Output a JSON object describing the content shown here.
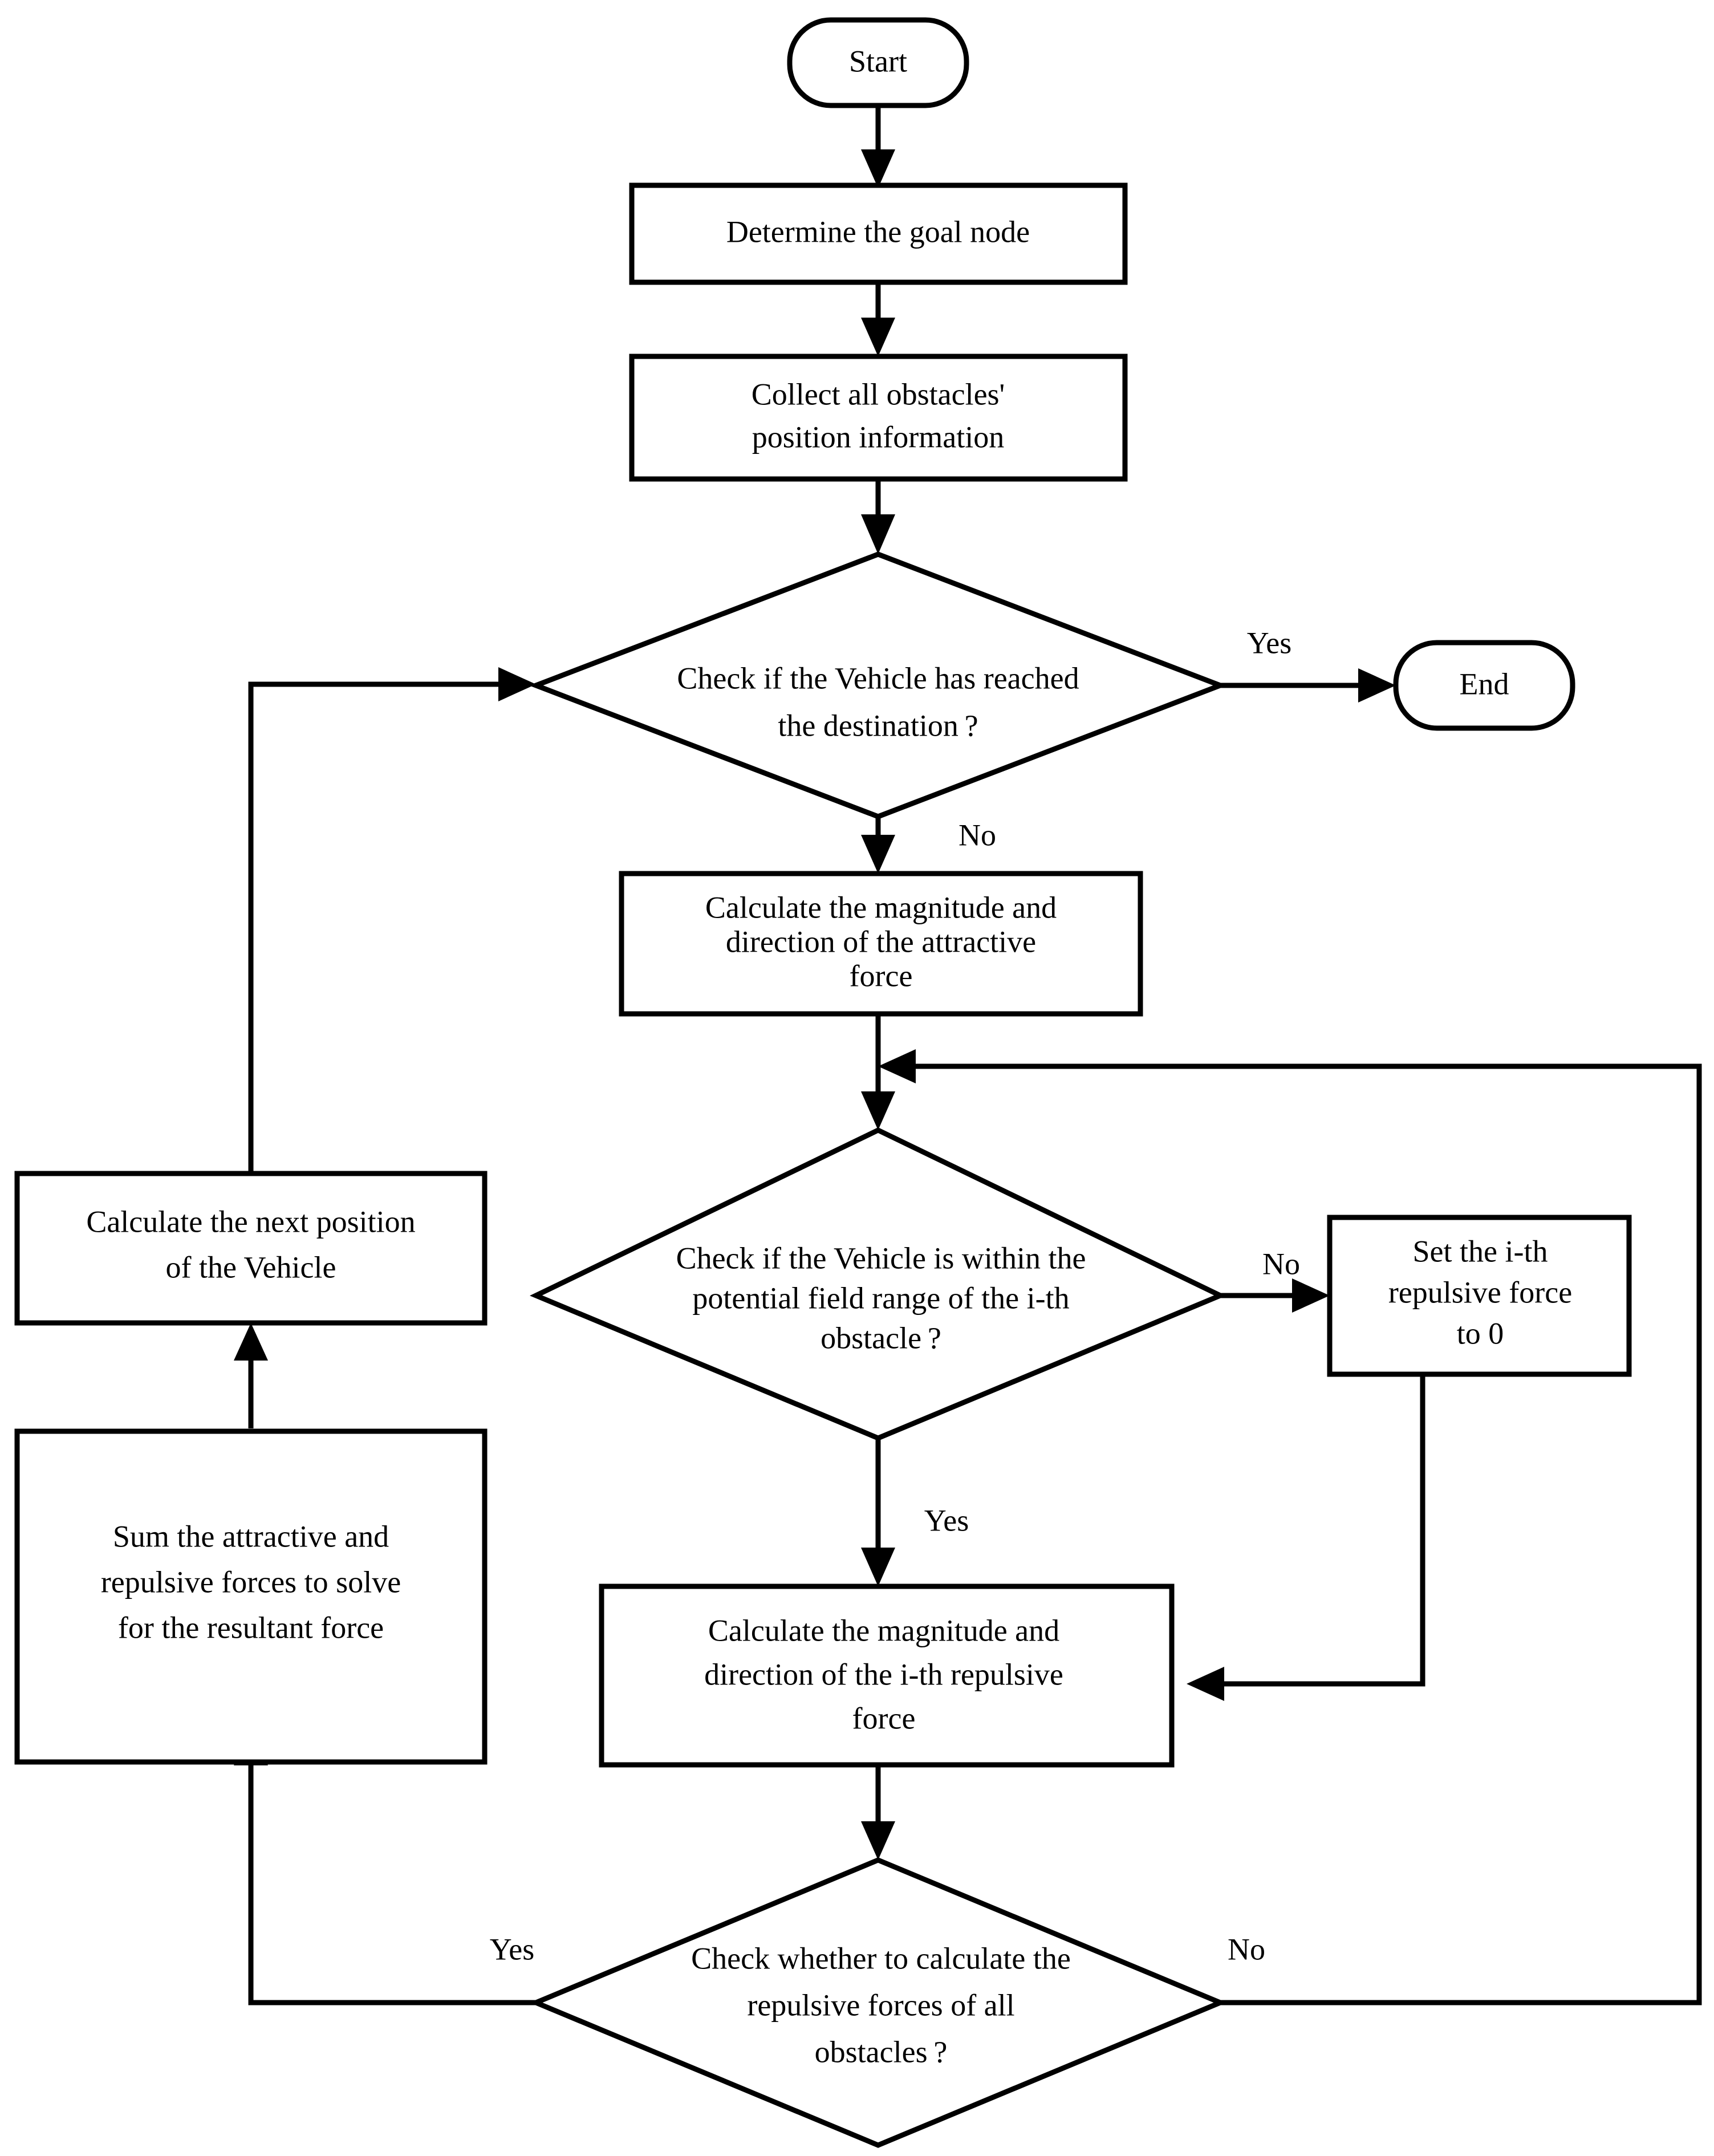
{
  "diagram": {
    "title": "Artificial Potential Field path planning flowchart",
    "background_color": "#ffffff",
    "line_color": "#000000",
    "text_color": "#000000"
  },
  "nodes": {
    "start": {
      "label": "Start",
      "shape": "terminator"
    },
    "goal": {
      "label": "Determine the goal node",
      "shape": "process"
    },
    "collect": {
      "line1": "Collect all obstacles'",
      "line2": "position information",
      "shape": "process"
    },
    "check_dest": {
      "line1": "Check if the Vehicle has reached",
      "line2": "the destination ?",
      "shape": "decision"
    },
    "end": {
      "label": "End",
      "shape": "terminator"
    },
    "attractive": {
      "line1": "Calculate the magnitude and",
      "line2": "direction of the attractive",
      "line3": "force",
      "shape": "process"
    },
    "check_field": {
      "line1": "Check if the Vehicle is within the",
      "line2": "potential field range of the i-th",
      "line3": "obstacle ?",
      "shape": "decision"
    },
    "set_zero": {
      "line1": "Set the i-th",
      "line2": "repulsive force",
      "line3": "to 0",
      "shape": "process"
    },
    "repulsive": {
      "line1": "Calculate the magnitude and",
      "line2": "direction of the i-th repulsive",
      "line3": "force",
      "shape": "process"
    },
    "check_all": {
      "line1": "Check whether to calculate the",
      "line2": "repulsive forces of all",
      "line3": "obstacles ?",
      "shape": "decision"
    },
    "sum_forces": {
      "line1": "Sum the attractive and",
      "line2": "repulsive forces to solve",
      "line3": "for the resultant force",
      "shape": "process"
    },
    "next_pos": {
      "line1": "Calculate the next position",
      "line2": "of the Vehicle",
      "shape": "process"
    }
  },
  "edge_labels": {
    "dest_yes": "Yes",
    "dest_no": "No",
    "field_no": "No",
    "field_yes": "Yes",
    "all_yes": "Yes",
    "all_no": "No"
  }
}
